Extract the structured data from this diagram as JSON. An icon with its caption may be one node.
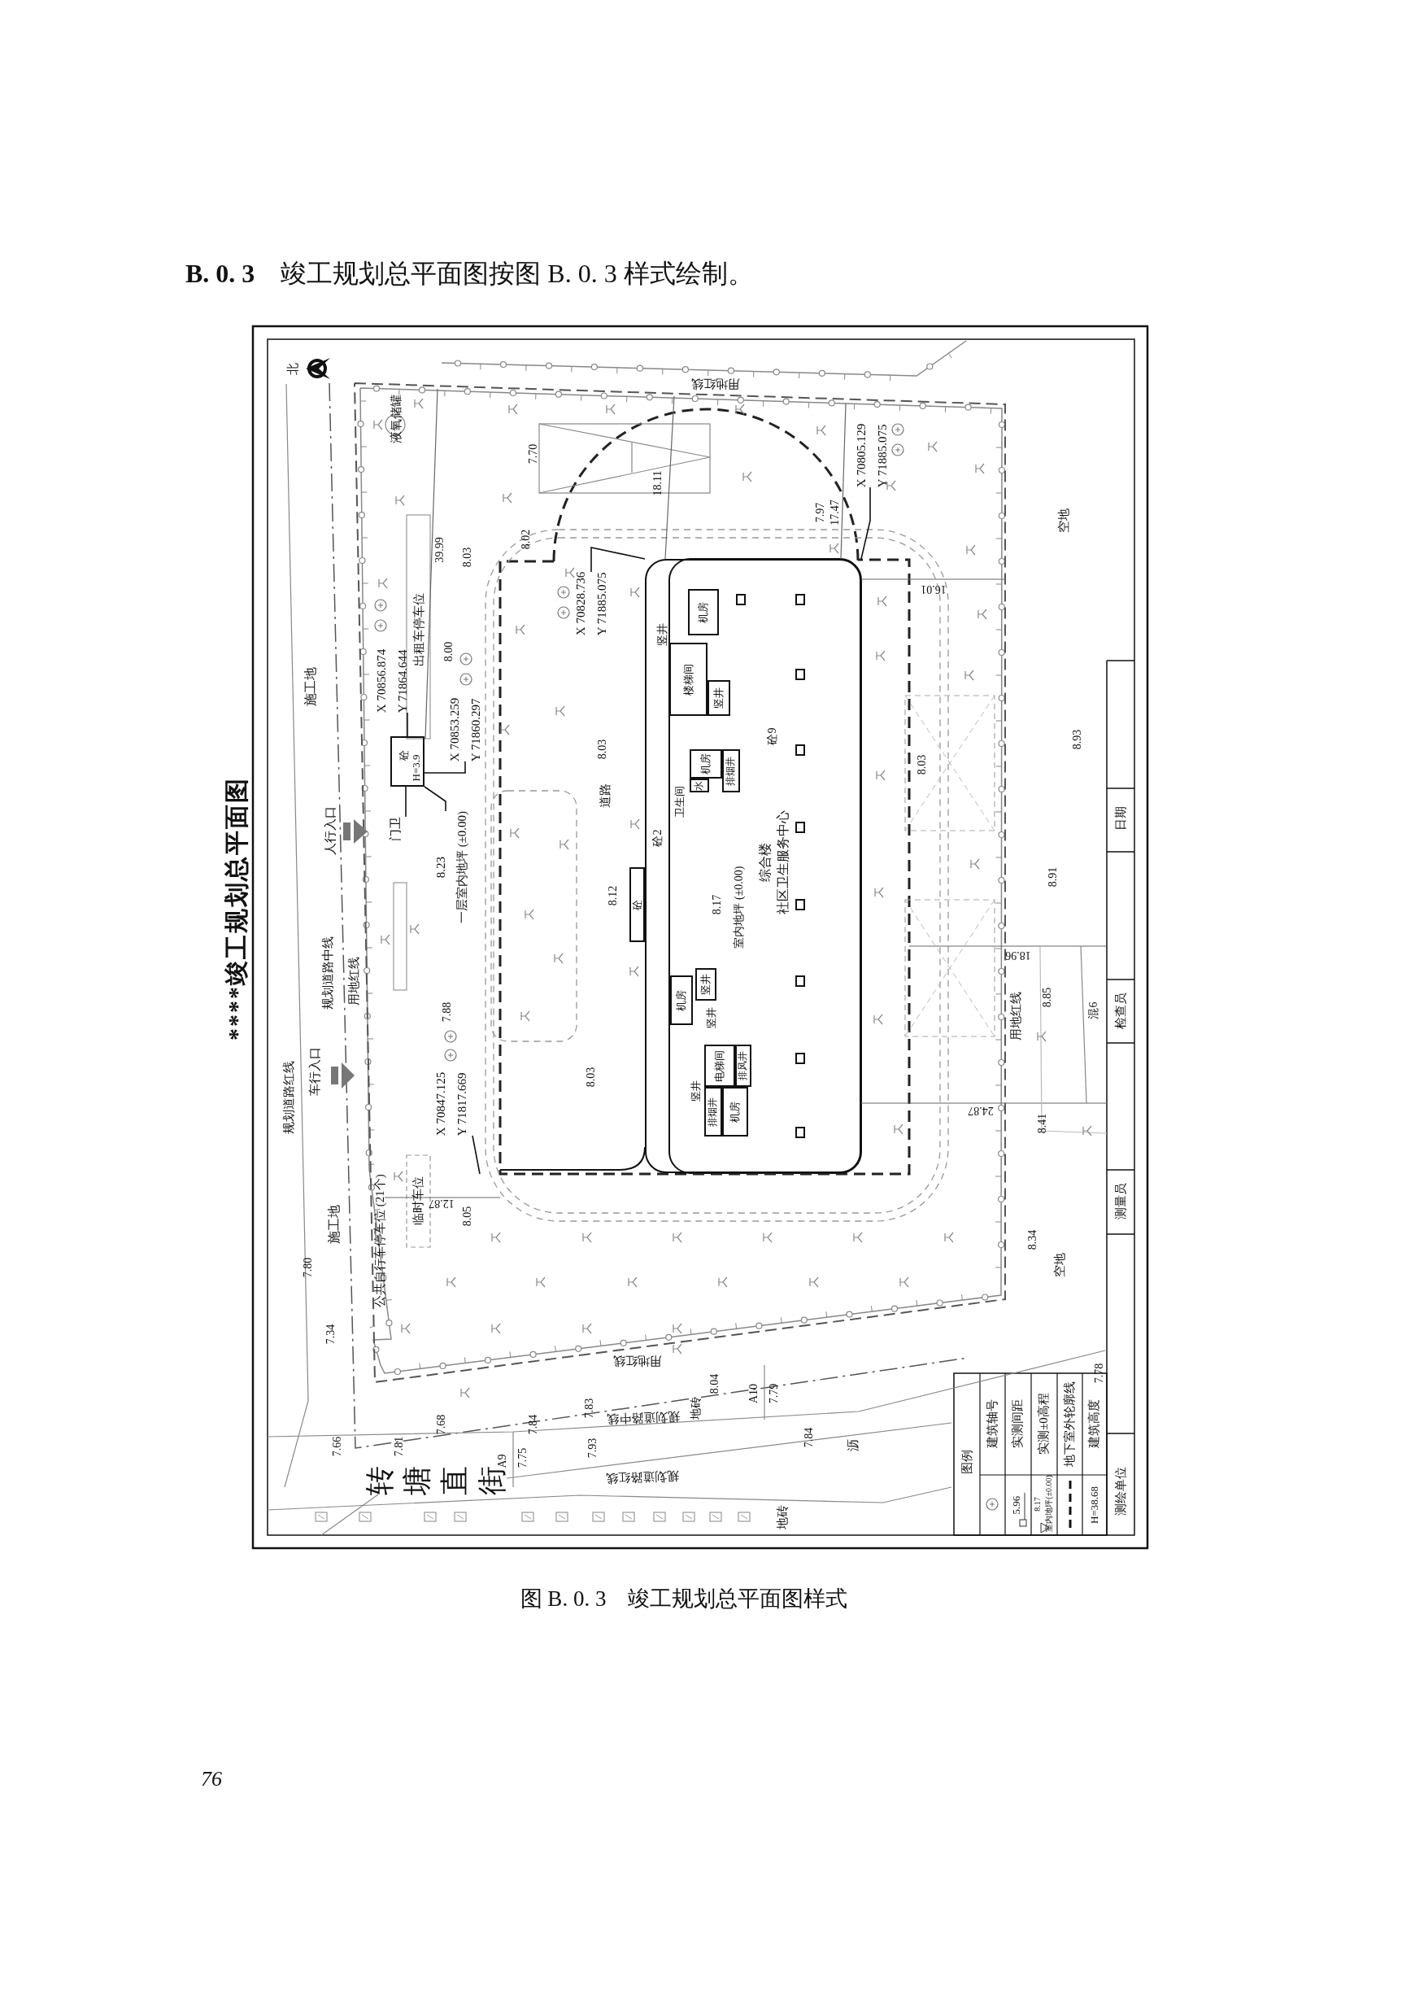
{
  "diagram": {
    "title": "**B. 0. 3**　竣工规划总平面图按图 B. 0. 3 样式绘制。",
    "caption": "图 B. 0. 3　竣工规划总平面图样式",
    "nodes": [
      {
        "text": [
          "X 70856.874",
          "Y 71864.644"
        ]
      },
      {
        "text": [
          "X 70853.259",
          "Y 71860.297"
        ]
      },
      {
        "text": [
          "砼",
          "H=3.9"
        ]
      },
      {
        "text": [
          "门卫"
        ]
      },
      {
        "text": [
          "8.23",
          "一层室内地坪 (±0.00)"
        ]
      },
      {
        "text": [
          "X 70828.736",
          "Y 71885.075"
        ]
      },
      {
        "text": [
          "X 70805.129",
          "Y 71885.075"
        ]
      },
      {
        "text": [
          "综合楼",
          "社区卫生服务中心"
        ]
      },
      {
        "text": [
          "机房"
        ],
        "in": 7
      },
      {
        "text": [
          "楼梯间"
        ],
        "in": 7
      },
      {
        "text": [
          "竖井"
        ],
        "in": 7
      },
      {
        "text": [
          "机房"
        ],
        "in": 7
      },
      {
        "text": [
          "排烟井"
        ],
        "in": 7
      },
      {
        "text": [
          "水"
        ],
        "in": 7
      },
      {
        "text": [
          "砼"
        ]
      },
      {
        "text": [
          "X 70847.125",
          "Y 71817.669"
        ]
      },
      {
        "text": [
          "机房"
        ],
        "in": 7
      },
      {
        "text": [
          "竖井"
        ],
        "in": 7
      },
      {
        "text": [
          "电梯间"
        ],
        "in": 7
      },
      {
        "text": [
          "排风井"
        ],
        "in": 7
      },
      {
        "text": [
          "排烟井"
        ],
        "in": 7
      },
      {
        "text": [
          "机房"
        ],
        "in": 7
      }
    ],
    "edges": [
      {
        "from": 0,
        "to": 2,
        "arrow": "none"
      },
      {
        "from": 1,
        "to": 2,
        "arrow": "none"
      },
      {
        "from": 3,
        "to": 2,
        "arrow": "none"
      },
      {
        "from": 4,
        "to": 2,
        "arrow": "none"
      },
      {
        "from": 5,
        "to": 7,
        "arrow": "none"
      },
      {
        "from": 6,
        "to": 7,
        "arrow": "none"
      },
      {
        "from": 15,
        "to": null,
        "arrow": "none"
      }
    ],
    "labels": [
      "****竣工规划总平面图",
      "北",
      "施工地",
      "液氧储罐",
      "用地红线",
      "7.70",
      "18.11",
      "39.99",
      "8.03",
      "8.02",
      "出租车停车位",
      "8.00",
      "竖井",
      "7.97",
      "17.47",
      "16.01",
      "空地",
      "8.93",
      "人行入口",
      "规划道路中线",
      "用地红线",
      "道路",
      "8.03",
      "砼2",
      "8.12",
      "卫生间",
      "砼9",
      "8.17",
      "室内地坪 (±0.00)",
      "8.03",
      "8.91",
      "日期",
      "18.96",
      "车行入口",
      "7.88",
      "8.03",
      "8.85",
      "用地红线",
      "混6",
      "检查员",
      "规划道路红线",
      "竖井",
      "竖井",
      "24.87",
      "8.41",
      "临时车位",
      "12.87",
      "8.05",
      "公共自行车停车位 (21个)",
      "施工地",
      "测量员",
      "7.80",
      "8.34",
      "空地",
      "7.34",
      "用地红线",
      "7.66",
      "7.81",
      "7.68",
      "7.84",
      "7.83",
      "7.93",
      "7.75",
      "A9",
      "规划道路中线",
      "地砖",
      "8.04",
      "A10",
      "7.79",
      "7.84",
      "沥",
      "规划道路红线",
      "转塘直街",
      "地砖",
      "7.78",
      "测绘单位",
      "图例",
      "5.96",
      "8.17",
      "室内地坪(±0.00)",
      "H=38.68",
      "76"
    ],
    "legend": [
      {
        "text": "建筑轴号"
      },
      {
        "text": "实测间距"
      },
      {
        "text": "实测±0高程"
      },
      {
        "text": "地下室外轮廓线"
      },
      {
        "text": "建筑高度"
      }
    ]
  }
}
